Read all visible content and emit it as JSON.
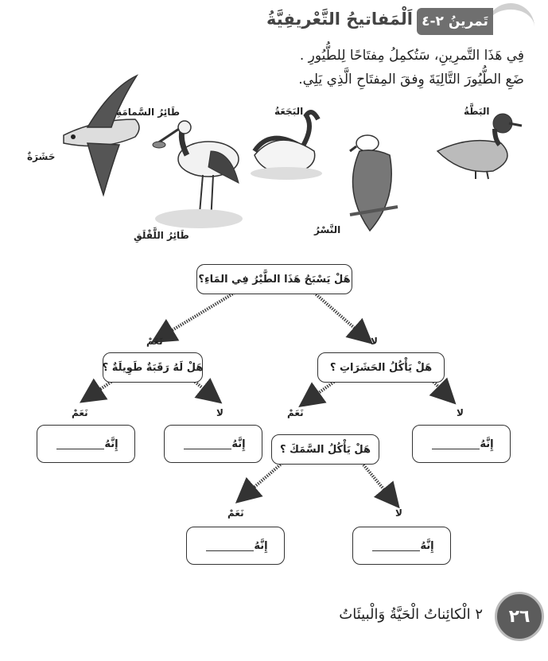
{
  "header": {
    "exercise_label": "تَمرينُ ٢-٤",
    "title": "اَلْمَفاتيحُ التَّعْريفِيَّةُ",
    "instruction_1": "فِي هَذَا التَّمرِينِ، سَتُكمِلُ مِفتَاحًا لِلطُّيُورِ .",
    "instruction_2": "ضَعِ الطُّيُورَ التَّالِيَةَ وِفقَ المِفتَاحِ الَّذِي يَلِي."
  },
  "birds": {
    "duck": "البَطَّةُ",
    "eagle": "النَّسْرُ",
    "swan": "البَجَعَةُ",
    "stork": "طَائِرُ اللَّقْلَقِ",
    "swift": "طَائِرُ السَّمامَةِ",
    "insect": "حَشَرَةٌ"
  },
  "flowchart": {
    "q1": "هَلْ يَسْبَحُ هَذَا الطَّيْرُ فِي المَاءِ؟",
    "q2_yes": "هَلْ لَهُ رَقَبَةٌ طَوِيلَةٌ ؟",
    "q3_no": "هَلْ يَأْكُلُ الحَشَرَاتِ ؟",
    "q4": "هَلْ يَأْكُلُ السَّمَكَ ؟",
    "yes": "نَعَمْ",
    "no": "لا",
    "answer_prefix": "إِنَّهُ"
  },
  "footer": {
    "page_number": "٢٦",
    "chapter": "٢ الْكائِناتُ الْحَيَّةُ وَالْبيئَاتُ"
  }
}
